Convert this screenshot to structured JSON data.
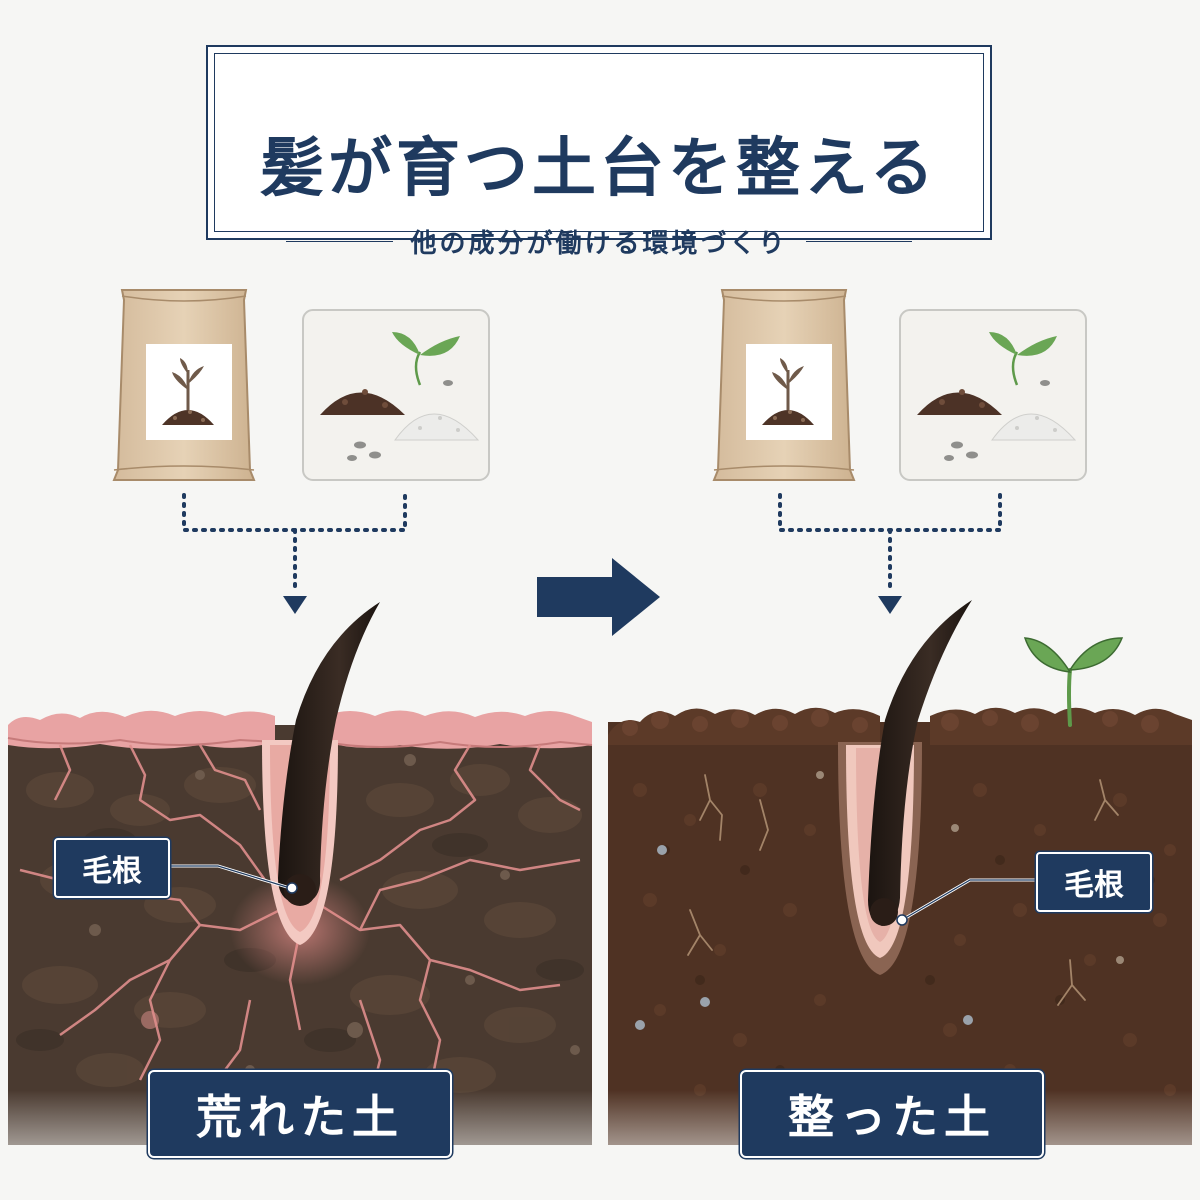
{
  "title": {
    "main": "髪が育つ土台を整える",
    "sub": "他の成分が働ける環境づくり"
  },
  "left_panel": {
    "root_label": "毛根",
    "caption": "荒れた土"
  },
  "right_panel": {
    "root_label": "毛根",
    "caption": "整った土"
  },
  "colors": {
    "navy": "#1f3a5f",
    "soil_dark": "#4a3a30",
    "soil_rich": "#4f3223",
    "pink_crack": "#e39a98",
    "bag": "#e2cdb1",
    "leaf": "#5e9a4a"
  },
  "icons": [
    "soil-bag-icon",
    "soil-mix-icon",
    "arrow-right-icon",
    "sprout-icon",
    "hair-icon"
  ]
}
